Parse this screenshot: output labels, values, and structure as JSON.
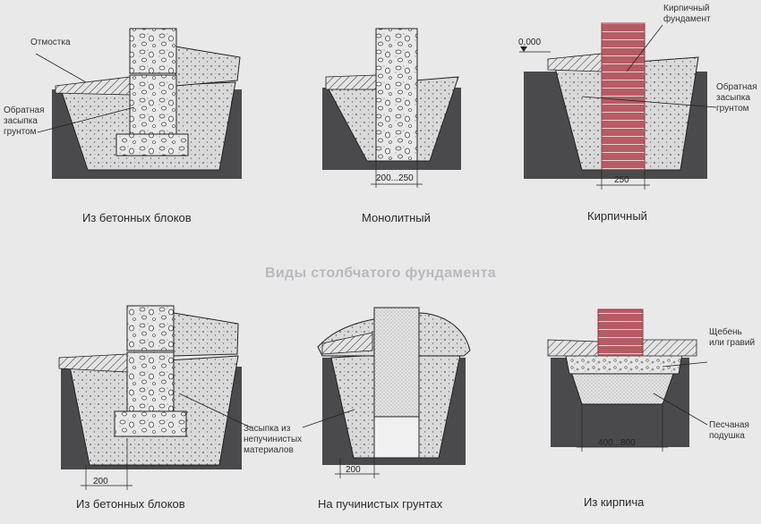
{
  "title": "Виды столбчатого  фундамента",
  "panels": {
    "p1": {
      "caption": "Из бетонных блоков",
      "labels": {
        "otmostka": "Отмостка",
        "backfill": "Обратная засыпка грунтом"
      }
    },
    "p2": {
      "caption": "Монолитный",
      "dimension": "200...250"
    },
    "p3": {
      "caption": "Кирпичный",
      "labels": {
        "level": "0,000",
        "brick_foundation": "Кирпичный фундамент",
        "backfill": "Обратная засыпка грунтом"
      },
      "dimension": "250"
    },
    "p4": {
      "caption": "Из бетонных блоков",
      "dimension": "200"
    },
    "p5": {
      "caption": "На пучинистых грунтах",
      "labels": {
        "fill": "Засыпка из непучинистых материалов"
      },
      "dimension": "200"
    },
    "p6": {
      "caption": "Из кирпича",
      "labels": {
        "gravel": "Щебень или гравий",
        "sand": "Песчаная подушка"
      },
      "dimension": "400...800"
    }
  },
  "colors": {
    "soil": "#4a4a4c",
    "fill": "#d9d9da",
    "brick": "#b55a62",
    "background": "#e9e9ea"
  }
}
